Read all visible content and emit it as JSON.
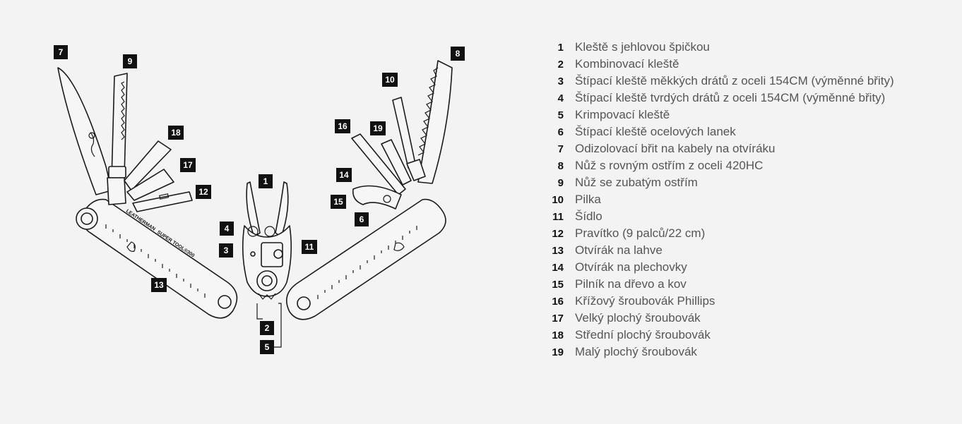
{
  "diagram": {
    "handle_print": [
      "LEATHERMAN",
      "SUPER TOOL®300"
    ]
  },
  "callouts": [
    "1",
    "2",
    "3",
    "4",
    "5",
    "6",
    "7",
    "8",
    "9",
    "10",
    "11",
    "12",
    "13",
    "14",
    "15",
    "16",
    "17",
    "18",
    "19"
  ],
  "legend": [
    {
      "num": "1",
      "label": "Kleště s jehlovou špičkou"
    },
    {
      "num": "2",
      "label": "Kombinovací kleště"
    },
    {
      "num": "3",
      "label": "Štípací kleště měkkých drátů z oceli 154CM (výměnné břity)"
    },
    {
      "num": "4",
      "label": "Štípací kleště tvrdých drátů z oceli 154CM (výměnné břity)"
    },
    {
      "num": "5",
      "label": "Krimpovací kleště"
    },
    {
      "num": "6",
      "label": "Štípací kleště ocelových lanek"
    },
    {
      "num": "7",
      "label": "Odizolovací břit na kabely na otvíráku"
    },
    {
      "num": "8",
      "label": "Nůž s rovným ostřím z oceli 420HC"
    },
    {
      "num": "9",
      "label": "Nůž se zubatým ostřím"
    },
    {
      "num": "10",
      "label": "Pilka"
    },
    {
      "num": "11",
      "label": "Šídlo"
    },
    {
      "num": "12",
      "label": "Pravítko (9 palců/22 cm)"
    },
    {
      "num": "13",
      "label": "Otvírák na lahve"
    },
    {
      "num": "14",
      "label": "Otvírák na plechovky"
    },
    {
      "num": "15",
      "label": "Pilník na dřevo a kov"
    },
    {
      "num": "16",
      "label": "Křížový šroubovák Phillips"
    },
    {
      "num": "17",
      "label": "Velký plochý šroubovák"
    },
    {
      "num": "18",
      "label": "Střední plochý šroubovák"
    },
    {
      "num": "19",
      "label": "Malý plochý šroubovák"
    }
  ]
}
